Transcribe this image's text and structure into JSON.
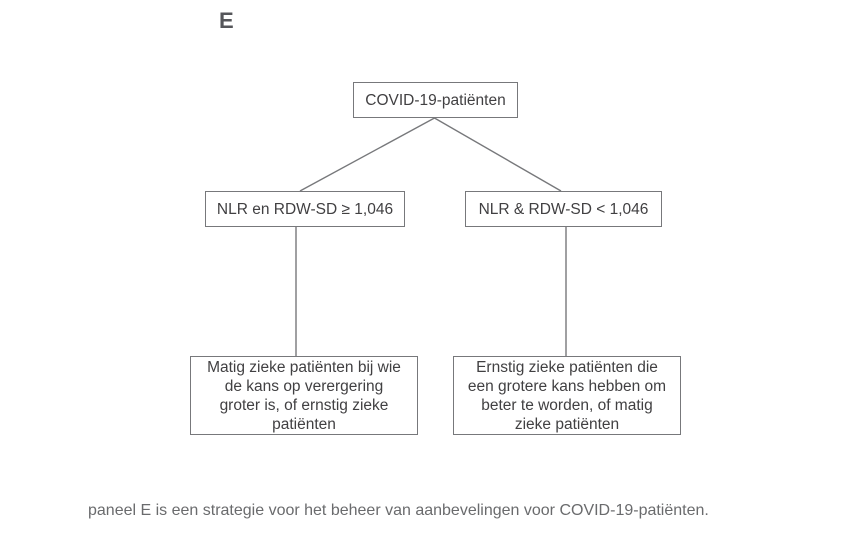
{
  "panel_label": "E",
  "flowchart": {
    "root": "COVID-19-patiënten",
    "left_branch": {
      "condition": "NLR en RDW-SD ≥ 1,046",
      "outcome": "Matig zieke patiënten bij wie\nde kans op verergering\ngroter is, of ernstig zieke\npatiënten"
    },
    "right_branch": {
      "condition": "NLR & RDW-SD < 1,046",
      "outcome": "Ernstig zieke patiënten die\neen grotere kans hebben om\nbeter te worden, of matig\nzieke patiënten"
    }
  },
  "caption": "paneel E is een strategie voor het beheer van aanbevelingen voor COVID-19-patiënten.",
  "colors": {
    "line": "#77787b",
    "text": "#414042",
    "caption": "#6a6b6d"
  }
}
